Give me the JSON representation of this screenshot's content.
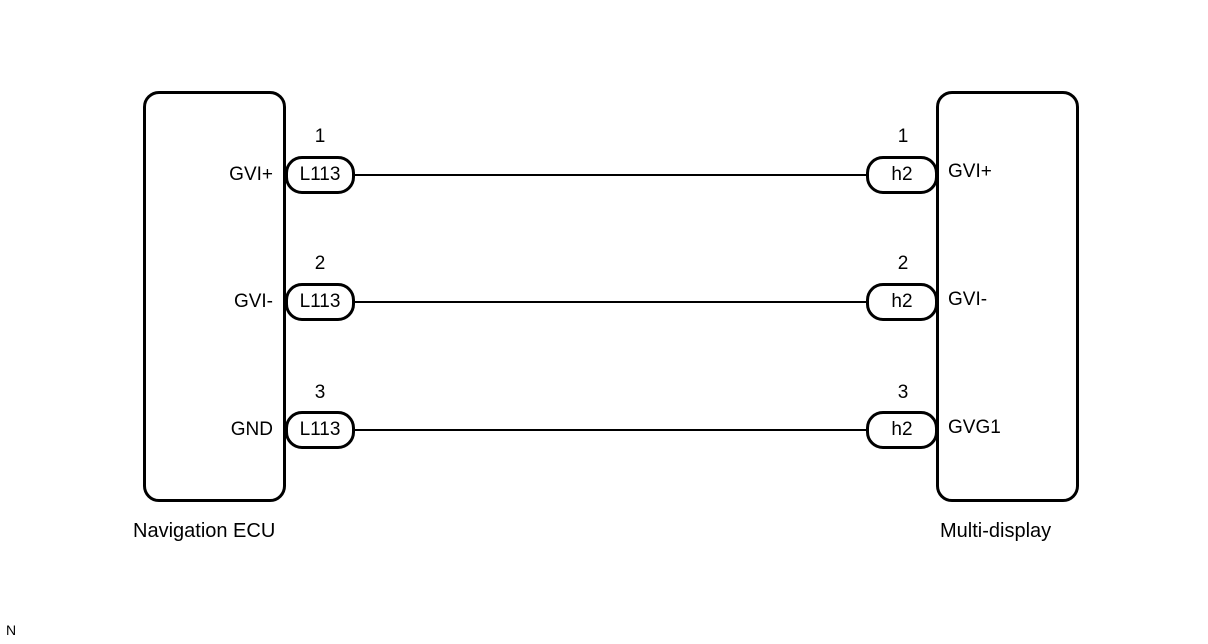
{
  "components": {
    "left": {
      "label": "Navigation ECU",
      "connector": "L113"
    },
    "right": {
      "label": "Multi-display",
      "connector": "h2"
    }
  },
  "wires": [
    {
      "left_pin": "1",
      "left_terminal": "GVI+",
      "right_pin": "1",
      "right_terminal": "GVI+"
    },
    {
      "left_pin": "2",
      "left_terminal": "GVI-",
      "right_pin": "2",
      "right_terminal": "GVI-"
    },
    {
      "left_pin": "3",
      "left_terminal": "GND",
      "right_pin": "3",
      "right_terminal": "GVG1"
    }
  ],
  "footer_code": "N"
}
